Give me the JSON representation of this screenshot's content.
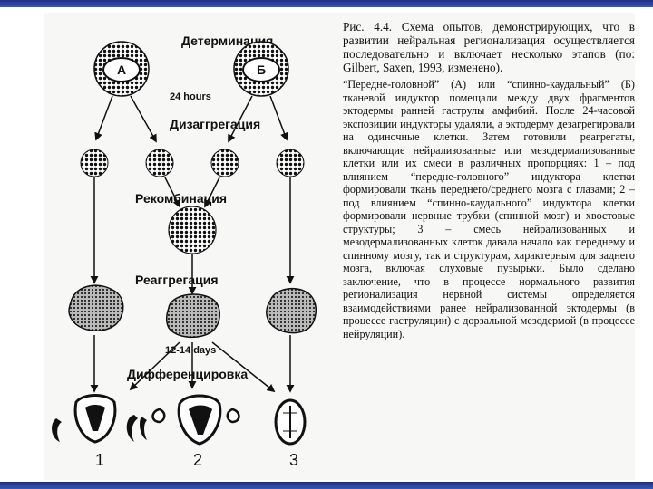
{
  "figure": {
    "headings": {
      "determination": "Детерминация",
      "hours": "24 hours",
      "disaggregation": "Дизаггрегация",
      "recombination": "Рекомбинация",
      "reaggregation": "Реаггрегация",
      "days": "12-14 days",
      "differentiation": "Дифференцировка"
    },
    "labels": {
      "a": "А",
      "b": "Б",
      "n1": "1",
      "n2": "2",
      "n3": "3"
    }
  },
  "caption": {
    "title": "Рис. 4.4. Схема опытов, демонстрирующих, что в развитии нейральная регионализация осуществляется последовательно и включает несколько этапов (по: Gilbert, Saxen, 1993, изменено).",
    "body": "“Передне-головной” (А) или “спинно-каудальный” (Б) тканевой индуктор помещали между двух фрагментов эктодермы ранней гаструлы амфибий. После 24-часовой экспозиции индукторы удаляли, а эктодерму дезагрегировали на одиночные клетки. Затем готовили реагрегаты, включающие нейрализованные или мезодермализованные клетки или их смеси в различных пропорциях: 1 – под влиянием “передне-головного” индуктора клетки формировали ткань переднего/среднего мозга с глазами; 2 – под влиянием “спинно-каудального” индуктора клетки формировали нервные трубки (спинной мозг) и хвостовые структуры; 3 – смесь нейрализованных и мезодермализованных клеток давала начало как переднему и спинному мозгу, так и структурам, характерным для заднего мозга, включая слуховые пузырьки. Было сделано заключение, что в процессе нормального развития регионализация нервной системы определяется взаимодействиями ранее нейрализованной эктодермы (в процессе гаструляции) с дорзальной мезодермой (в процессе нейруляции)."
  },
  "colors": {
    "frame_blue": "#2a3f9e",
    "ink": "#111111",
    "paper": "#f7f7f5"
  }
}
